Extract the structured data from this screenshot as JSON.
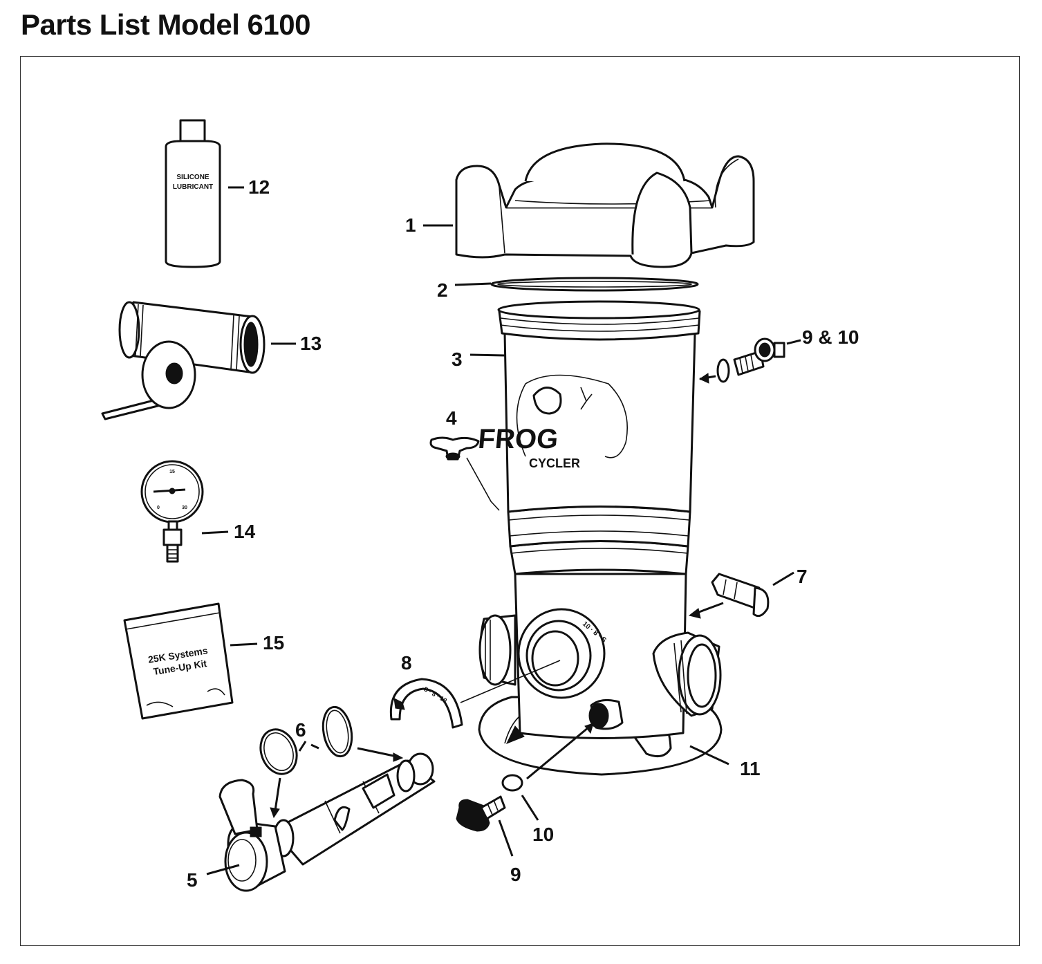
{
  "page": {
    "title": "Parts List Model 6100"
  },
  "callouts": {
    "c1": "1",
    "c2": "2",
    "c3": "3",
    "c4": "4",
    "c5": "5",
    "c6": "6",
    "c7": "7",
    "c8": "8",
    "c9": "9",
    "c9_10": "9 & 10",
    "c10": "10",
    "c11": "11",
    "c12": "12",
    "c13": "13",
    "c14": "14",
    "c15": "15"
  },
  "labels": {
    "lubricant_line1": "SILICONE",
    "lubricant_line2": "LUBRICANT",
    "kit_line1": "25K Systems",
    "kit_line2": "Tune-Up Kit",
    "brand": "FROG",
    "brand_sub": "CYCLER",
    "gauge_15": "15",
    "gauge_0": "0",
    "gauge_30": "30",
    "dial_text": "10 · 8 · S",
    "clip_text": "S · 8 · 10"
  }
}
